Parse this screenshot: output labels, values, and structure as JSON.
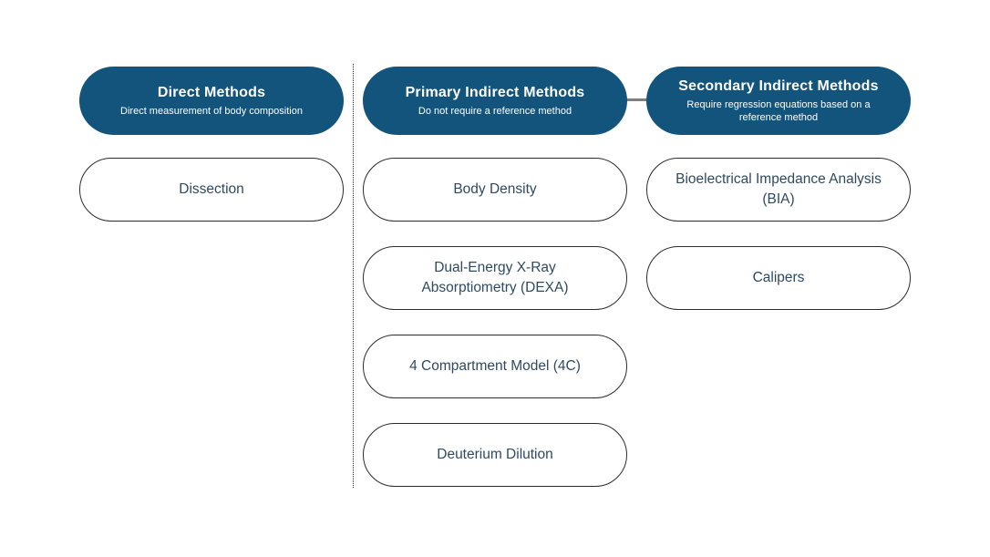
{
  "palette": {
    "background": "#ffffff",
    "header_bg": "#12547c",
    "header_text": "#ffffff",
    "box_text": "#2e4a62",
    "box_border": "#2b2b2b",
    "connector_gray": "#7f7f7f"
  },
  "columns": [
    {
      "id": "direct-methods",
      "title": "Direct Methods",
      "subtitle": "Direct measurement of body composition",
      "items": [
        "Dissection"
      ]
    },
    {
      "id": "primary-indirect-methods",
      "title": "Primary Indirect Methods",
      "subtitle": "Do not require a reference method",
      "items": [
        "Body Density",
        "Dual-Energy X-Ray Absorptiometry (DEXA)",
        "4 Compartment Model (4C)",
        "Deuterium Dilution"
      ]
    },
    {
      "id": "secondary-indirect-methods",
      "title": "Secondary Indirect Methods",
      "subtitle": "Require regression equations based on a reference method",
      "items": [
        "Bioelectrical Impedance Analysis (BIA)",
        "Calipers"
      ]
    }
  ]
}
